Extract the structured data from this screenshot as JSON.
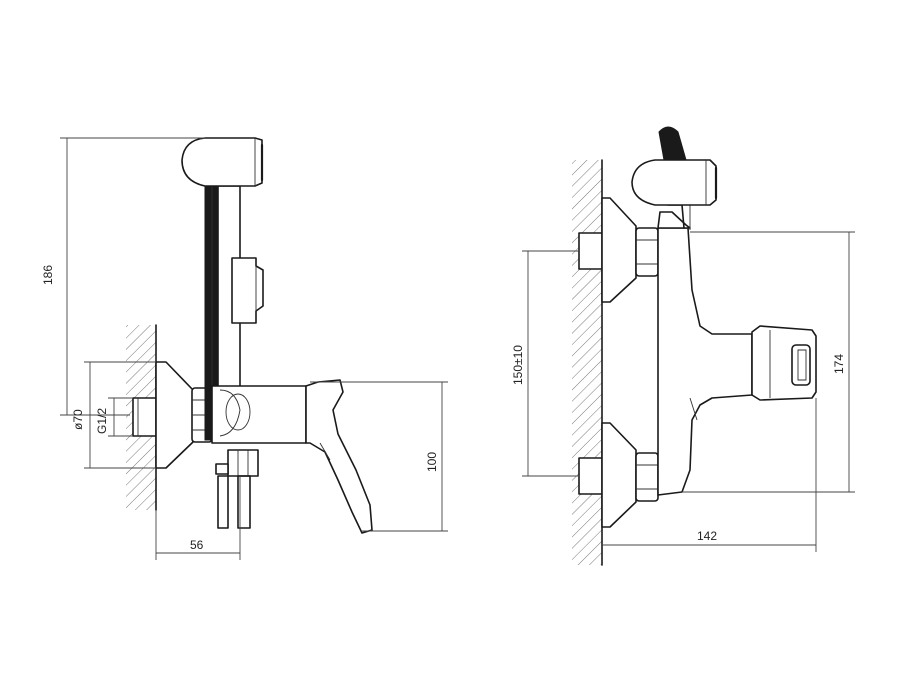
{
  "dimensions": {
    "front": {
      "height_total": "186",
      "flange_diameter": "ø70",
      "thread": "G1/2",
      "depth": "56",
      "spout_height": "100"
    },
    "side": {
      "inlet_spacing": "150±10",
      "height": "174",
      "projection": "142"
    }
  }
}
